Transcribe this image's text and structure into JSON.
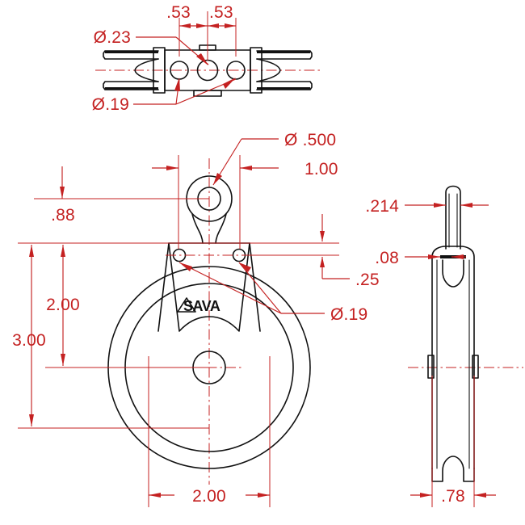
{
  "drawing": {
    "title": "SAVA single-sheave swivel eye pulley block",
    "units": "inches",
    "line_color": "#111111",
    "dimension_color": "#c42121",
    "background": "#ffffff"
  },
  "brand": {
    "logo_text": "SAVA",
    "logo_mark": "triangle-icon"
  },
  "views": {
    "top": {
      "name": "top-view"
    },
    "front": {
      "name": "front-view"
    },
    "side": {
      "name": "right-side-view"
    }
  },
  "dimensions": {
    "top_view": {
      "d53_left": ".53",
      "d53_right": ".53",
      "dia23": "Ø.23",
      "dia19": "Ø.19"
    },
    "front_view": {
      "dia500": "Ø .500",
      "d100": "1.00",
      "d088": ".88",
      "d200_vert": "2.00",
      "d300": "3.00",
      "d025": ".25",
      "dia19": "Ø.19",
      "d200_horiz": "2.00"
    },
    "side_view": {
      "d214": ".214",
      "d008": ".08",
      "d078": ".78"
    }
  }
}
